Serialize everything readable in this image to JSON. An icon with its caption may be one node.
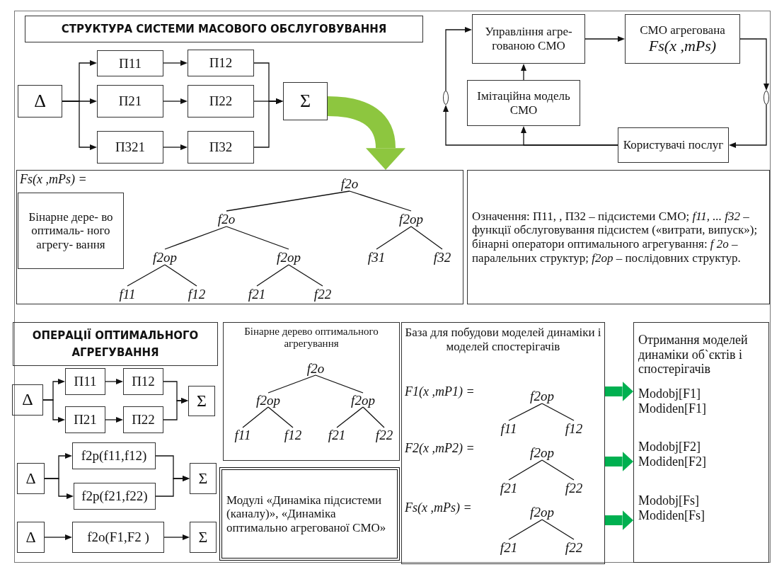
{
  "diagram": {
    "nodes": [
      {
        "text": [
          "СТРУКТУРА СИСТЕМИ МАСОВОГО ОБСЛУГОВУВАННЯ"
        ]
      },
      {
        "text": [
          "Δ"
        ]
      },
      {
        "text": [
          "П11"
        ]
      },
      {
        "text": [
          "П12"
        ]
      },
      {
        "text": [
          "П21"
        ]
      },
      {
        "text": [
          "П22"
        ]
      },
      {
        "text": [
          "П321"
        ]
      },
      {
        "text": [
          "П32"
        ]
      },
      {
        "text": [
          "Σ"
        ]
      },
      {
        "text": [
          "Управління агре- гованою СМО"
        ]
      },
      {
        "text": [
          "СМО агрегована",
          "Fs(x ,mPs)"
        ]
      },
      {
        "text": [
          "Імітаційна модель СМО"
        ]
      },
      {
        "text": [
          "Користувачі послуг"
        ]
      },
      {
        "text": [],
        "shape": "ellipse"
      },
      {
        "text": [],
        "shape": "ellipse"
      },
      {
        "text": [],
        "shape": "box"
      },
      {
        "text": [
          "Бінарне дере- во оптималь- ного агрегу- вання"
        ],
        "in": 15
      },
      {
        "text": [
          "f2o"
        ],
        "in": 15
      },
      {
        "text": [
          "f2o"
        ],
        "in": 15
      },
      {
        "text": [
          "f2op"
        ],
        "in": 15
      },
      {
        "text": [
          "f2op"
        ],
        "in": 15
      },
      {
        "text": [
          "f2op"
        ],
        "in": 15
      },
      {
        "text": [
          "f11"
        ],
        "in": 15
      },
      {
        "text": [
          "f12"
        ],
        "in": 15
      },
      {
        "text": [
          "f21"
        ],
        "in": 15
      },
      {
        "text": [
          "f22"
        ],
        "in": 15
      },
      {
        "text": [
          "f31"
        ],
        "in": 15
      },
      {
        "text": [
          "f32"
        ],
        "in": 15
      },
      {
        "text": [
          "Означення: П11, , П32 – підсистеми СМО; *f11, ... f32* – функції обслуговування підсистем («витрати, випуск»); бінарні оператори оптимального агрегування: *f 2o* – паралельних структур; *f2op* – послідовних структур."
        ]
      },
      {
        "text": [
          "ОПЕРАЦІЇ ОПТИМАЛЬНОГО АГРЕГУВАННЯ"
        ]
      },
      {
        "text": [
          "Δ"
        ]
      },
      {
        "text": [
          "П11"
        ]
      },
      {
        "text": [
          "П12"
        ]
      },
      {
        "text": [
          "П21"
        ]
      },
      {
        "text": [
          "П22"
        ]
      },
      {
        "text": [
          "Σ"
        ]
      },
      {
        "text": [
          "Δ"
        ]
      },
      {
        "text": [
          "f2p(f11,f12)"
        ]
      },
      {
        "text": [
          "f2p(f21,f22)"
        ]
      },
      {
        "text": [
          "Σ"
        ]
      },
      {
        "text": [
          "Δ"
        ]
      },
      {
        "text": [
          "f2o(F1,F2 )"
        ]
      },
      {
        "text": [
          "Σ"
        ]
      },
      {
        "text": [
          "Бінарне дерево оптимального агрегування"
        ]
      },
      {
        "text": [
          "f2o"
        ],
        "in": 43
      },
      {
        "text": [
          "f2op"
        ],
        "in": 43
      },
      {
        "text": [
          "f2op"
        ],
        "in": 43
      },
      {
        "text": [
          "f11"
        ],
        "in": 43
      },
      {
        "text": [
          "f12"
        ],
        "in": 43
      },
      {
        "text": [
          "f21"
        ],
        "in": 43
      },
      {
        "text": [
          "f22"
        ],
        "in": 43
      },
      {
        "text": [
          "Модулі «Динаміка підсистеми (каналу)», «Динаміка оптимально агрегованої СМО»"
        ]
      },
      {
        "text": [
          "База для побудови моделей динаміки і моделей спостерігачів"
        ]
      },
      {
        "text": [
          "f2op"
        ],
        "in": 52
      },
      {
        "text": [
          "f11"
        ],
        "in": 52
      },
      {
        "text": [
          "f12"
        ],
        "in": 52
      },
      {
        "text": [
          "f2op"
        ],
        "in": 52
      },
      {
        "text": [
          "f21"
        ],
        "in": 52
      },
      {
        "text": [
          "f22"
        ],
        "in": 52
      },
      {
        "text": [
          "f2op"
        ],
        "in": 52
      },
      {
        "text": [
          "f21"
        ],
        "in": 52
      },
      {
        "text": [
          "f22"
        ],
        "in": 52
      },
      {
        "text": [
          "Отримання моделей динаміки об`єктів і спостерігачів",
          "Modobj[F1] Modiden[F1]",
          "Modobj[F2] Modiden[F2]",
          "Modobj[Fs] Modiden[Fs]"
        ]
      }
    ],
    "edges": [
      {
        "from": 1,
        "to": 2,
        "arrow": "to"
      },
      {
        "from": 1,
        "to": 4,
        "arrow": "to"
      },
      {
        "from": 1,
        "to": 6,
        "arrow": "to"
      },
      {
        "from": 2,
        "to": 3,
        "arrow": "to"
      },
      {
        "from": 4,
        "to": 5,
        "arrow": "to"
      },
      {
        "from": 6,
        "to": 7,
        "arrow": "to"
      },
      {
        "from": 3,
        "to": 8,
        "arrow": "to"
      },
      {
        "from": 5,
        "to": 8,
        "arrow": "to"
      },
      {
        "from": 7,
        "to": 8,
        "arrow": "to"
      },
      {
        "from": 8,
        "to": 15,
        "arrow": "to",
        "style": "thick",
        "color": "#8dc63f"
      },
      {
        "from": 9,
        "to": 10,
        "arrow": "to"
      },
      {
        "from": 10,
        "to": 14,
        "arrow": "to"
      },
      {
        "from": 14,
        "to": 12,
        "arrow": "to"
      },
      {
        "from": 12,
        "to": 13,
        "arrow": "to"
      },
      {
        "from": 13,
        "to": 9,
        "arrow": "to"
      },
      {
        "from": 12,
        "to": 11,
        "arrow": "to"
      },
      {
        "from": 11,
        "to": 9,
        "arrow": "to"
      },
      {
        "from": 17,
        "to": 18,
        "arrow": "none"
      },
      {
        "from": 17,
        "to": 19,
        "arrow": "none"
      },
      {
        "from": 18,
        "to": 20,
        "arrow": "none"
      },
      {
        "from": 18,
        "to": 21,
        "arrow": "none"
      },
      {
        "from": 20,
        "to": 22,
        "arrow": "none"
      },
      {
        "from": 20,
        "to": 23,
        "arrow": "none"
      },
      {
        "from": 21,
        "to": 24,
        "arrow": "none"
      },
      {
        "from": 21,
        "to": 25,
        "arrow": "none"
      },
      {
        "from": 19,
        "to": 26,
        "arrow": "none"
      },
      {
        "from": 19,
        "to": 27,
        "arrow": "none"
      },
      {
        "from": 30,
        "to": 31,
        "arrow": "to"
      },
      {
        "from": 30,
        "to": 33,
        "arrow": "to"
      },
      {
        "from": 31,
        "to": 32,
        "arrow": "to"
      },
      {
        "from": 33,
        "to": 34,
        "arrow": "to"
      },
      {
        "from": 32,
        "to": 35,
        "arrow": "to"
      },
      {
        "from": 34,
        "to": 35,
        "arrow": "to"
      },
      {
        "from": 36,
        "to": 37,
        "arrow": "to"
      },
      {
        "from": 36,
        "to": 38,
        "arrow": "to"
      },
      {
        "from": 37,
        "to": 39,
        "arrow": "to"
      },
      {
        "from": 38,
        "to": 39,
        "arrow": "to"
      },
      {
        "from": 40,
        "to": 41,
        "arrow": "to"
      },
      {
        "from": 41,
        "to": 42,
        "arrow": "to"
      },
      {
        "from": 44,
        "to": 45,
        "arrow": "none"
      },
      {
        "from": 44,
        "to": 46,
        "arrow": "none"
      },
      {
        "from": 45,
        "to": 47,
        "arrow": "none"
      },
      {
        "from": 45,
        "to": 48,
        "arrow": "none"
      },
      {
        "from": 46,
        "to": 49,
        "arrow": "none"
      },
      {
        "from": 46,
        "to": 50,
        "arrow": "none"
      },
      {
        "from": 53,
        "to": 54,
        "arrow": "none"
      },
      {
        "from": 53,
        "to": 55,
        "arrow": "none"
      },
      {
        "from": 56,
        "to": 57,
        "arrow": "none"
      },
      {
        "from": 56,
        "to": 58,
        "arrow": "none"
      },
      {
        "from": 59,
        "to": 60,
        "arrow": "none"
      },
      {
        "from": 59,
        "to": 61,
        "arrow": "none"
      },
      {
        "from": 52,
        "to": 62,
        "arrow": "to",
        "style": "thick",
        "color": "#00b050"
      },
      {
        "from": 52,
        "to": 62,
        "arrow": "to",
        "style": "thick",
        "color": "#00b050"
      },
      {
        "from": 52,
        "to": 62,
        "arrow": "to",
        "style": "thick",
        "color": "#00b050"
      }
    ],
    "labels": [
      "Fs(x ,mPs) =",
      "F1(x ,mP1) =",
      "F2(x ,mP2) =",
      "Fs(x ,mPs) ="
    ]
  }
}
